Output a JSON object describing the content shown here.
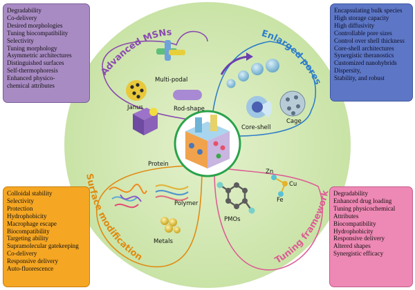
{
  "panels": {
    "top_left": {
      "items": [
        "Degradability",
        "Co-delivery",
        "Desired morphologies",
        "Tuning biocompatibility",
        "Selectivity",
        "Tuning morphology",
        "Asymmetric architectures",
        "Distinguished surfaces",
        "Self-thermophoresis",
        "Enhanced physico-",
        "chemical attributes"
      ]
    },
    "top_right": {
      "items": [
        "Encapsulating bulk species",
        "High storage capacity",
        "High diffusivity",
        "Controllable pore sizes",
        "Control over shell thickness",
        "Core-shell architectures",
        "Synergistic theranostics",
        "Customized nanohybrids",
        "Dispersity,",
        "Stability, and robust"
      ]
    },
    "bottom_left": {
      "items": [
        "Colloidal stability",
        "Selectivity",
        "Protection",
        "Hydrophobicity",
        "Macrophage escape",
        "Biocompatibility",
        "Targeting ability",
        "Supramolecular gatekeeping",
        "Co-delivery",
        "Responsive delivery",
        "Auto-fluorescence"
      ]
    },
    "bottom_right": {
      "items": [
        "Degradability",
        "Enhanced drug loading",
        "Tuning physicochemical",
        "Attributes",
        "Biocompatibility",
        "Hydrophobicity",
        "Responsive delivery",
        "Altered shapes",
        "Synergistic efficacy"
      ]
    }
  },
  "quadrants": {
    "advanced": "Advanced MSNs",
    "enlarged": "Enlarged pores",
    "surface": "Surface modification",
    "tuning": "Tuning framework"
  },
  "labels": {
    "multipodal": "Multi-podal",
    "janus": "Janus",
    "rod": "Rod-shape",
    "coreshell": "Core-shell",
    "cage": "Cage",
    "protein": "Protein",
    "polymer": "Polymer",
    "metals": "Metals",
    "pmos": "PMOs",
    "zn": "Zn",
    "cu": "Cu",
    "fe": "Fe"
  },
  "colors": {
    "circle_fill": "#d3e9b3",
    "advanced": "#8a4ab0",
    "enlarged": "#2f7ec8",
    "surface": "#e08a10",
    "tuning": "#dd5d95",
    "center_ring": "#2aa24a"
  }
}
